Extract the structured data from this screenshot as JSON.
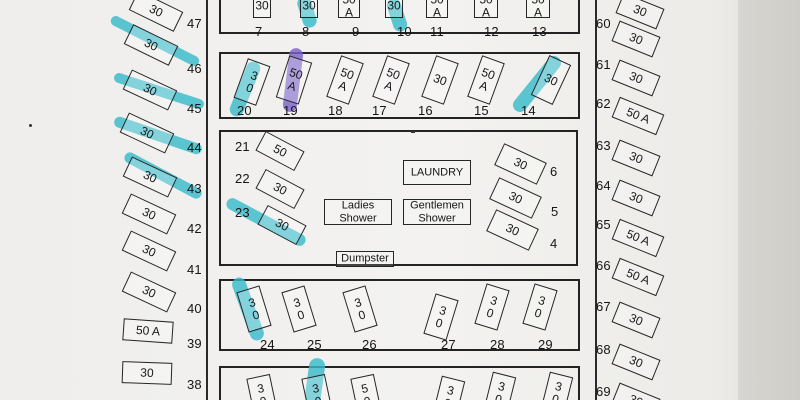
{
  "colors": {
    "highlight_teal": "#38b9c9",
    "highlight_purple": "#7b61c8",
    "ink": "#1b1b1b"
  },
  "numbers": {
    "n47": "47",
    "n46": "46",
    "n45": "45",
    "n44": "44",
    "n43": "43",
    "n42": "42",
    "n41": "41",
    "n40": "40",
    "n39": "39",
    "n38": "38",
    "n7": "7",
    "n8": "8",
    "n9": "9",
    "n10": "10",
    "n11": "11",
    "n12": "12",
    "n13": "13",
    "n20": "20",
    "n19": "19",
    "n18": "18",
    "n17": "17",
    "n16": "16",
    "n15": "15",
    "n14": "14",
    "n21": "21",
    "n22": "22",
    "n23": "23",
    "n6": "6",
    "n5": "5",
    "n4": "4",
    "n24": "24",
    "n25": "25",
    "n26": "26",
    "n27": "27",
    "n28": "28",
    "n29": "29",
    "n60": "60",
    "n61": "61",
    "n62": "62",
    "n63": "63",
    "n64": "64",
    "n65": "65",
    "n66": "66",
    "n67": "67",
    "n68": "68",
    "n69": "69"
  },
  "amps": {
    "a30": "30",
    "a50": "50",
    "a50a": "50 A",
    "a30_stack": "3\n0",
    "a50_stack": "5\n0",
    "a50a_stack": "50\nA"
  },
  "buildings": {
    "laundry": "LAUNDRY",
    "ladies": "Ladies\nShower",
    "gentlemen": "Gentlemen\nShower",
    "dumpster": "Dumpster"
  }
}
